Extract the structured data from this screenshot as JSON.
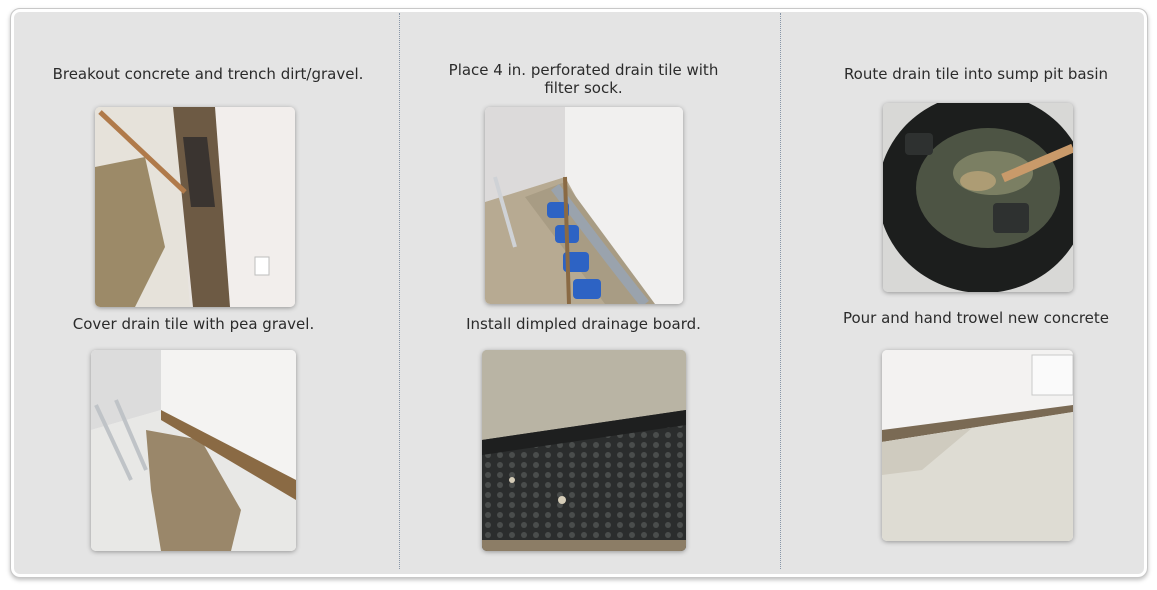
{
  "steps": [
    {
      "caption": "Breakout concrete and trench dirt/gravel.",
      "photo_icon": "trench-excavation-photo"
    },
    {
      "caption": "Place 4 in. perforated drain tile with filter sock.",
      "photo_icon": "drain-tile-photo"
    },
    {
      "caption": "Route drain tile into sump pit basin",
      "photo_icon": "sump-pit-photo"
    },
    {
      "caption": "Cover drain tile with pea gravel.",
      "photo_icon": "pea-gravel-photo"
    },
    {
      "caption": "Install dimpled drainage board.",
      "photo_icon": "drainage-board-photo"
    },
    {
      "caption": "Pour and hand trowel new concrete",
      "photo_icon": "new-concrete-photo"
    }
  ],
  "colors": {
    "panel_background": "#e4e4e4",
    "divider": "#8896a8",
    "caption_text": "#2b2b2b"
  }
}
